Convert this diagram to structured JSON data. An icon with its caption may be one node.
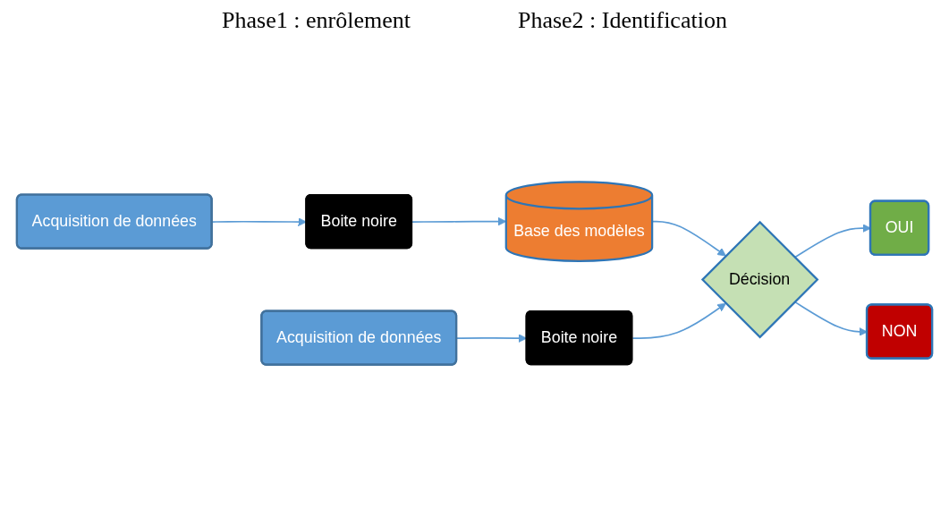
{
  "diagram": {
    "nodes": [
      {
        "text": [
          "Acquisition de données"
        ]
      },
      {
        "text": [
          "Boite noire"
        ]
      },
      {
        "text": [
          "Base des modèles"
        ]
      },
      {
        "text": [
          "Acquisition de données"
        ]
      },
      {
        "text": [
          "Boite noire"
        ]
      },
      {
        "text": [
          "Décision"
        ]
      },
      {
        "text": [
          "OUI"
        ]
      },
      {
        "text": [
          "NON"
        ]
      }
    ],
    "edges": [
      {
        "from": 0,
        "to": 1,
        "arrow": "to"
      },
      {
        "from": 1,
        "to": 2,
        "arrow": "to"
      },
      {
        "from": 2,
        "to": 5,
        "arrow": "to"
      },
      {
        "from": 3,
        "to": 4,
        "arrow": "to"
      },
      {
        "from": 4,
        "to": 5,
        "arrow": "to"
      },
      {
        "from": 5,
        "to": 6,
        "arrow": "to"
      },
      {
        "from": 5,
        "to": 7,
        "arrow": "to"
      }
    ],
    "labels": [
      "Phase1 : enrôlement",
      "Phase2 : Identification"
    ]
  }
}
